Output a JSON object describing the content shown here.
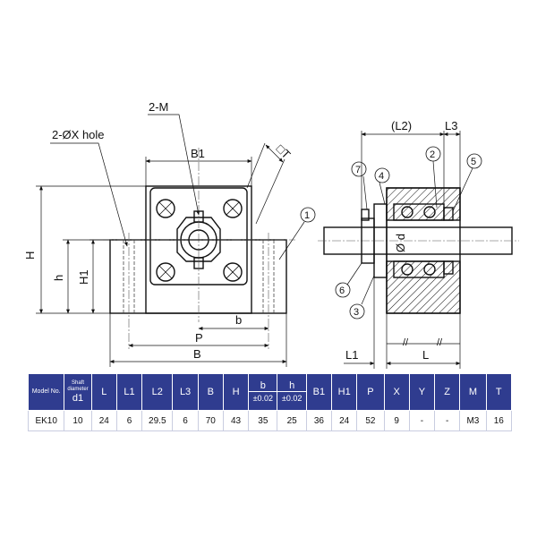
{
  "diagram": {
    "labels": {
      "hole": "2-ØX hole",
      "screw": "2-M",
      "B1": "B1",
      "T": "□T",
      "H": "H",
      "h": "h",
      "H1": "H1",
      "b": "b",
      "P": "P",
      "B": "B",
      "L2": "(L2)",
      "L3": "L3",
      "L1": "L1",
      "L": "L",
      "d": "Ø d"
    },
    "callouts": [
      "1",
      "2",
      "3",
      "4",
      "5",
      "6",
      "7"
    ]
  },
  "table": {
    "columns": [
      {
        "key": "model",
        "label": "Model No."
      },
      {
        "key": "d1",
        "label_top": "Shaft diameter",
        "label": "d1"
      },
      {
        "key": "L",
        "label": "L"
      },
      {
        "key": "L1",
        "label": "L1"
      },
      {
        "key": "L2",
        "label": "L2"
      },
      {
        "key": "L3",
        "label": "L3"
      },
      {
        "key": "B",
        "label": "B"
      },
      {
        "key": "H",
        "label": "H"
      },
      {
        "key": "b",
        "label": "b",
        "sub": "±0.02"
      },
      {
        "key": "h",
        "label": "h",
        "sub": "±0.02"
      },
      {
        "key": "B1",
        "label": "B1"
      },
      {
        "key": "H1",
        "label": "H1"
      },
      {
        "key": "P",
        "label": "P"
      },
      {
        "key": "X",
        "label": "X"
      },
      {
        "key": "Y",
        "label": "Y"
      },
      {
        "key": "Z",
        "label": "Z"
      },
      {
        "key": "M",
        "label": "M"
      },
      {
        "key": "T",
        "label": "T"
      }
    ],
    "rows": [
      [
        "EK10",
        "10",
        "24",
        "6",
        "29.5",
        "6",
        "70",
        "43",
        "35",
        "25",
        "36",
        "24",
        "52",
        "9",
        "-",
        "-",
        "M3",
        "16"
      ]
    ],
    "header_color": "#2f3c8f"
  }
}
